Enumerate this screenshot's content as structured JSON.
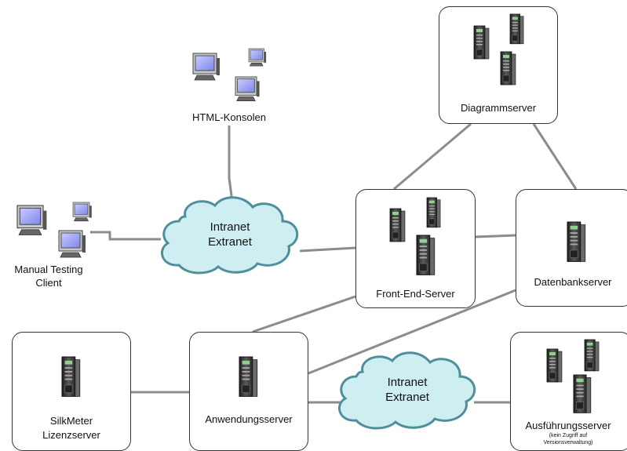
{
  "nodes": {
    "html_consoles": {
      "label": "HTML-Konsolen"
    },
    "manual_client": {
      "label_line1": "Manual Testing",
      "label_line2": "Client"
    },
    "cloud_top": {
      "line1": "Intranet",
      "line2": "Extranet"
    },
    "cloud_bottom": {
      "line1": "Intranet",
      "line2": "Extranet"
    },
    "chart_server": {
      "label": "Diagrammserver"
    },
    "frontend_server": {
      "label": "Front-End-Server"
    },
    "database_server": {
      "label": "Datenbankserver"
    },
    "silkmeter_server": {
      "label_line1": "SilkMeter",
      "label_line2": "Lizenzserver"
    },
    "application_server": {
      "label": "Anwendungsserver"
    },
    "execution_server": {
      "label": "Ausführungsserver",
      "note_line1": "(kein Zugriff auf",
      "note_line2": "Versionsverwaltung)"
    }
  },
  "colors": {
    "connector": "#8c8c8c",
    "cloud_fill": "#cfeef2",
    "cloud_stroke": "#4f8f9c",
    "monitor_screen": "#9aa2f2",
    "server_body": "#3a3a3a"
  }
}
